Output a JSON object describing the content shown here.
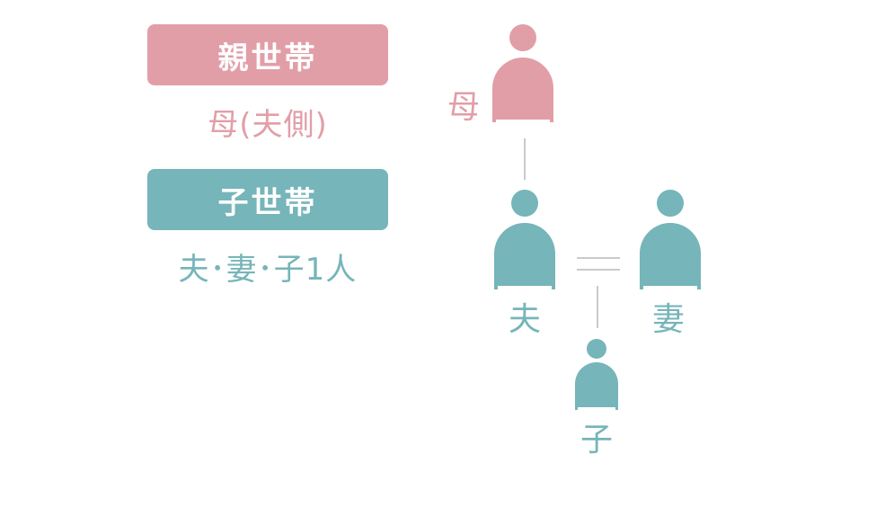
{
  "colors": {
    "parent": "#e29ea7",
    "child": "#76b5b9",
    "connector": "#b8b8b8"
  },
  "legend": {
    "parent": {
      "title": "親世帯",
      "members": "母(夫側)"
    },
    "child": {
      "title": "子世帯",
      "members": "夫･妻･子1人"
    }
  },
  "people": {
    "mother": {
      "label": "母",
      "icon": "person-icon"
    },
    "husband": {
      "label": "夫",
      "icon": "person-icon"
    },
    "wife": {
      "label": "妻",
      "icon": "person-icon"
    },
    "child": {
      "label": "子",
      "icon": "person-icon"
    }
  }
}
